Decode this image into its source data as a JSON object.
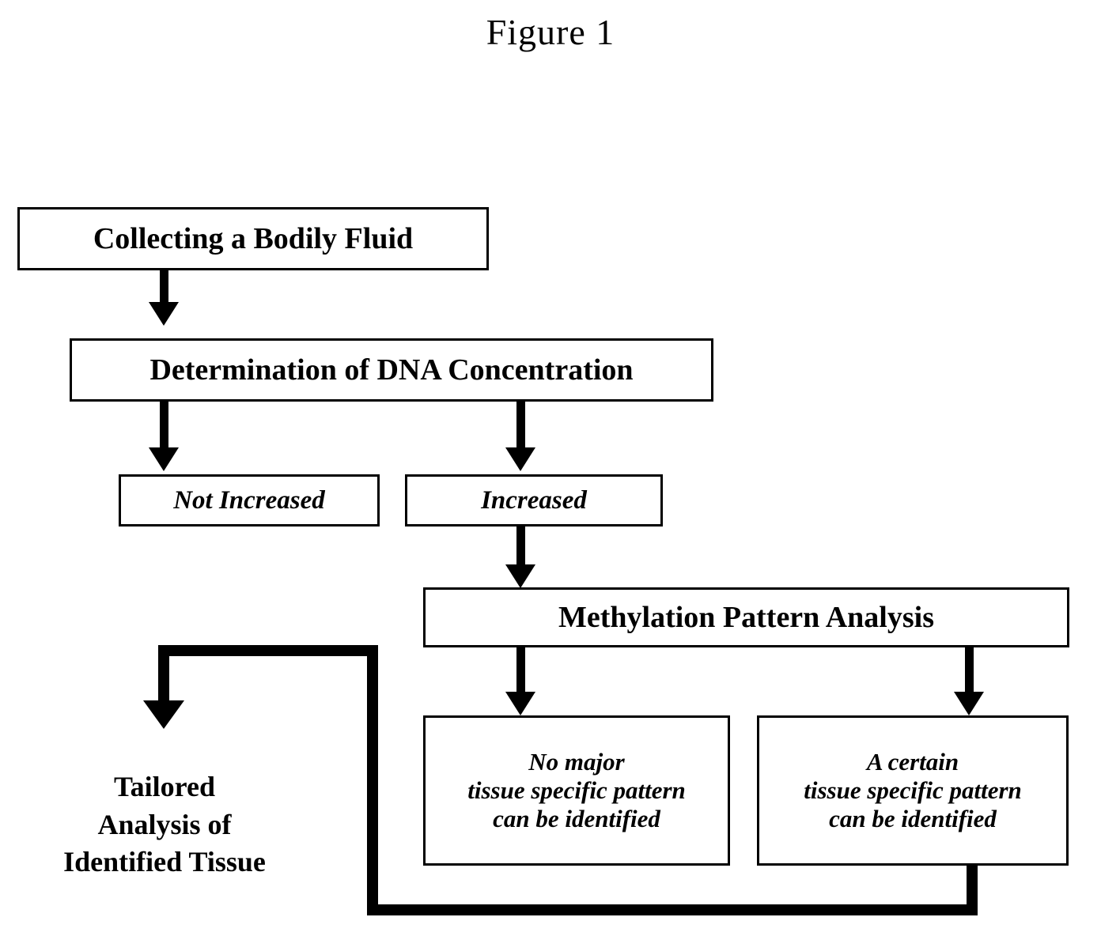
{
  "figure": {
    "title": "Figure 1",
    "type": "flowchart",
    "ink_color": "#000000",
    "background_color": "#ffffff"
  },
  "nodes": {
    "collecting": {
      "label": "Collecting a Bodily Fluid",
      "style": "bold"
    },
    "determination": {
      "label": "Determination of DNA Concentration",
      "style": "bold"
    },
    "not_increased": {
      "label": "Not Increased",
      "style": "bold-italic"
    },
    "increased": {
      "label": "Increased",
      "style": "bold-italic"
    },
    "methylation": {
      "label": "Methylation Pattern Analysis",
      "style": "bold"
    },
    "no_major": {
      "label": "No major\ntissue specific pattern\ncan be identified",
      "style": "bold-italic"
    },
    "certain": {
      "label": "A certain\ntissue specific pattern\ncan be identified",
      "style": "bold-italic"
    },
    "tailored": {
      "label": "Tailored\nAnalysis of\nIdentified Tissue",
      "style": "bold"
    }
  },
  "edges": [
    {
      "from": "collecting",
      "to": "determination",
      "kind": "arrow"
    },
    {
      "from": "determination",
      "to": "not_increased",
      "kind": "arrow"
    },
    {
      "from": "determination",
      "to": "increased",
      "kind": "arrow"
    },
    {
      "from": "increased",
      "to": "methylation",
      "kind": "arrow"
    },
    {
      "from": "methylation",
      "to": "no_major",
      "kind": "arrow"
    },
    {
      "from": "methylation",
      "to": "certain",
      "kind": "arrow"
    },
    {
      "from": "certain",
      "to": "tailored",
      "kind": "thick-routed-arrow"
    }
  ]
}
